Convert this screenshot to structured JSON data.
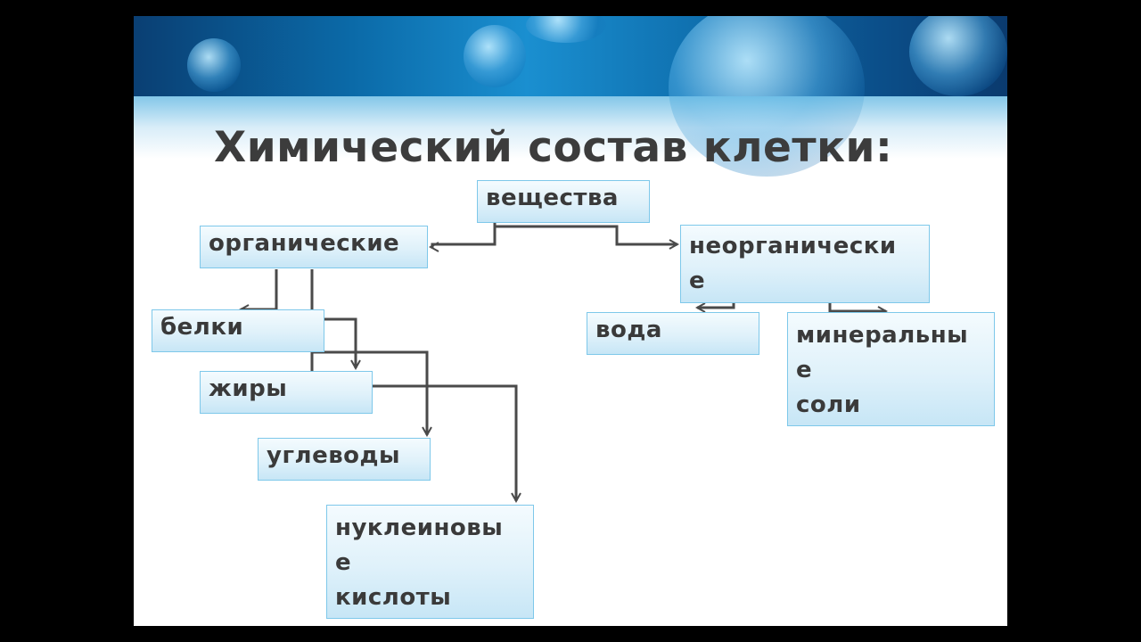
{
  "title": "Химический состав клетки:",
  "nodes": {
    "root": "вещества",
    "organic": "органические",
    "inorganic": "неорганически\nе",
    "proteins": "белки",
    "fats": "жиры",
    "carbohydrates": "углеводы",
    "nucleic_acids": "нуклеиновы\nе\nкислоты",
    "water": "вода",
    "mineral_salts": "минеральны\nе\nсоли"
  },
  "edges": [
    [
      "root",
      "organic"
    ],
    [
      "root",
      "inorganic"
    ],
    [
      "organic",
      "proteins"
    ],
    [
      "organic",
      "fats"
    ],
    [
      "organic",
      "carbohydrates"
    ],
    [
      "organic",
      "nucleic_acids"
    ],
    [
      "inorganic",
      "water"
    ],
    [
      "inorganic",
      "mineral_salts"
    ]
  ],
  "colors": {
    "banner": "#0b6aa8",
    "box_border": "#7ec8ea",
    "box_fill": "#dff1fa",
    "text": "#3a3a3a",
    "connector": "#4a4a4a"
  }
}
